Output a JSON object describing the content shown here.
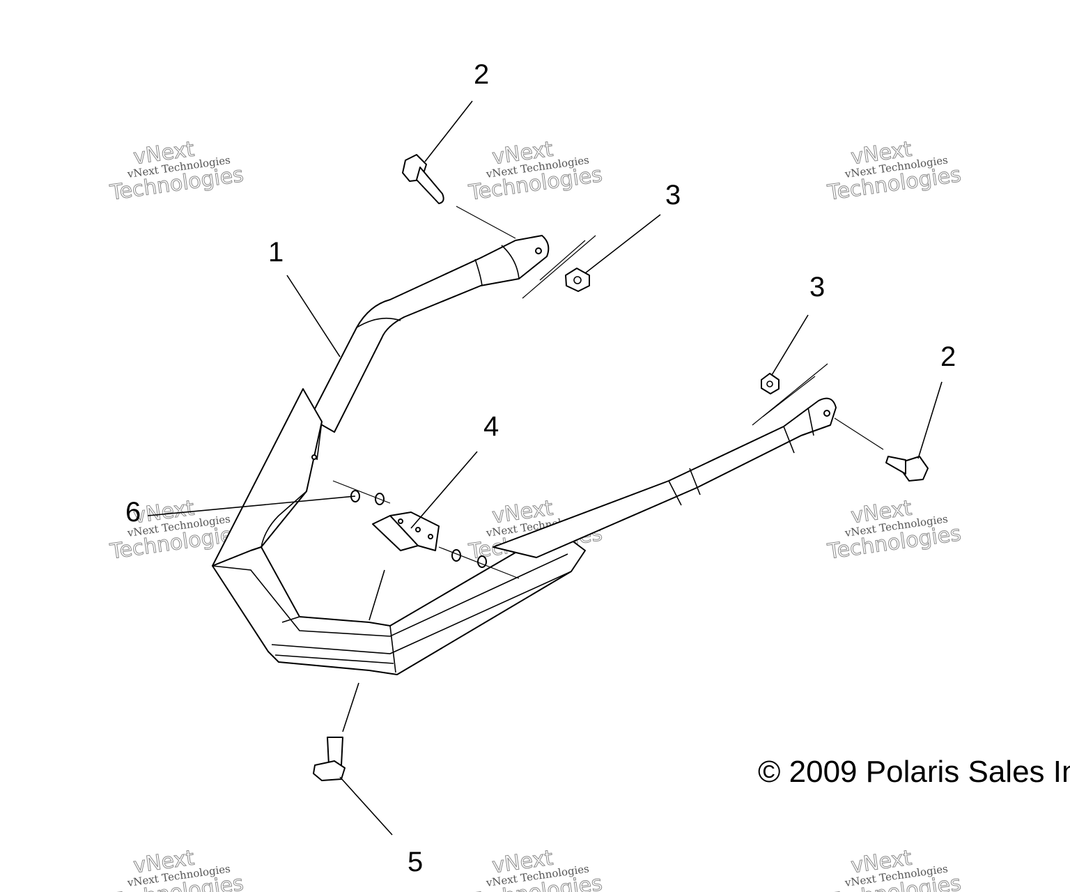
{
  "callouts": {
    "c1": "1",
    "c2a": "2",
    "c2b": "2",
    "c3a": "3",
    "c3b": "3",
    "c4": "4",
    "c5": "5",
    "c6": "6"
  },
  "copyright": "© 2009 Polaris Sales In",
  "watermark": {
    "line1": "vNext",
    "line2": "vNext Technologies",
    "line3": "Technologies"
  },
  "colors": {
    "ink": "#000000",
    "watermark": "#8a8a8a",
    "background": "#ffffff"
  }
}
